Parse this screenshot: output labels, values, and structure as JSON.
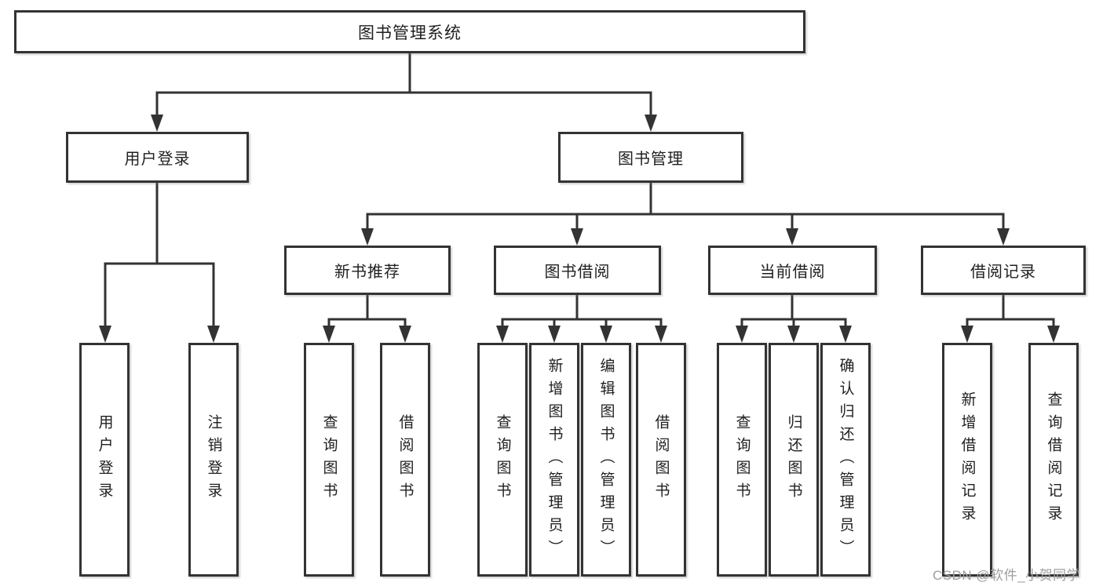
{
  "diagram": {
    "root": {
      "label": "图书管理系统"
    },
    "branches": [
      {
        "label": "用户登录",
        "children": [
          {
            "label": "用户登录"
          },
          {
            "label": "注销登录"
          }
        ]
      },
      {
        "label": "图书管理",
        "children": [
          {
            "label": "新书推荐",
            "children": [
              {
                "label": "查询图书"
              },
              {
                "label": "借阅图书"
              }
            ]
          },
          {
            "label": "图书借阅",
            "children": [
              {
                "label": "查询图书"
              },
              {
                "label": "新增图书（管理员）"
              },
              {
                "label": "编辑图书（管理员）"
              },
              {
                "label": "借阅图书"
              }
            ]
          },
          {
            "label": "当前借阅",
            "children": [
              {
                "label": "查询图书"
              },
              {
                "label": "归还图书"
              },
              {
                "label": "确认归还（管理员）"
              }
            ]
          },
          {
            "label": "借阅记录",
            "children": [
              {
                "label": "新增借阅记录"
              },
              {
                "label": "查询借阅记录"
              }
            ]
          }
        ]
      }
    ]
  },
  "watermark": {
    "text": "CSDN @软件_小贺同学"
  },
  "colors": {
    "line": "#333333",
    "box_border": "#333333",
    "box_fill": "#ffffff",
    "text": "#1f1f1f",
    "watermark": "#9e9e9e",
    "background": "#ffffff"
  }
}
